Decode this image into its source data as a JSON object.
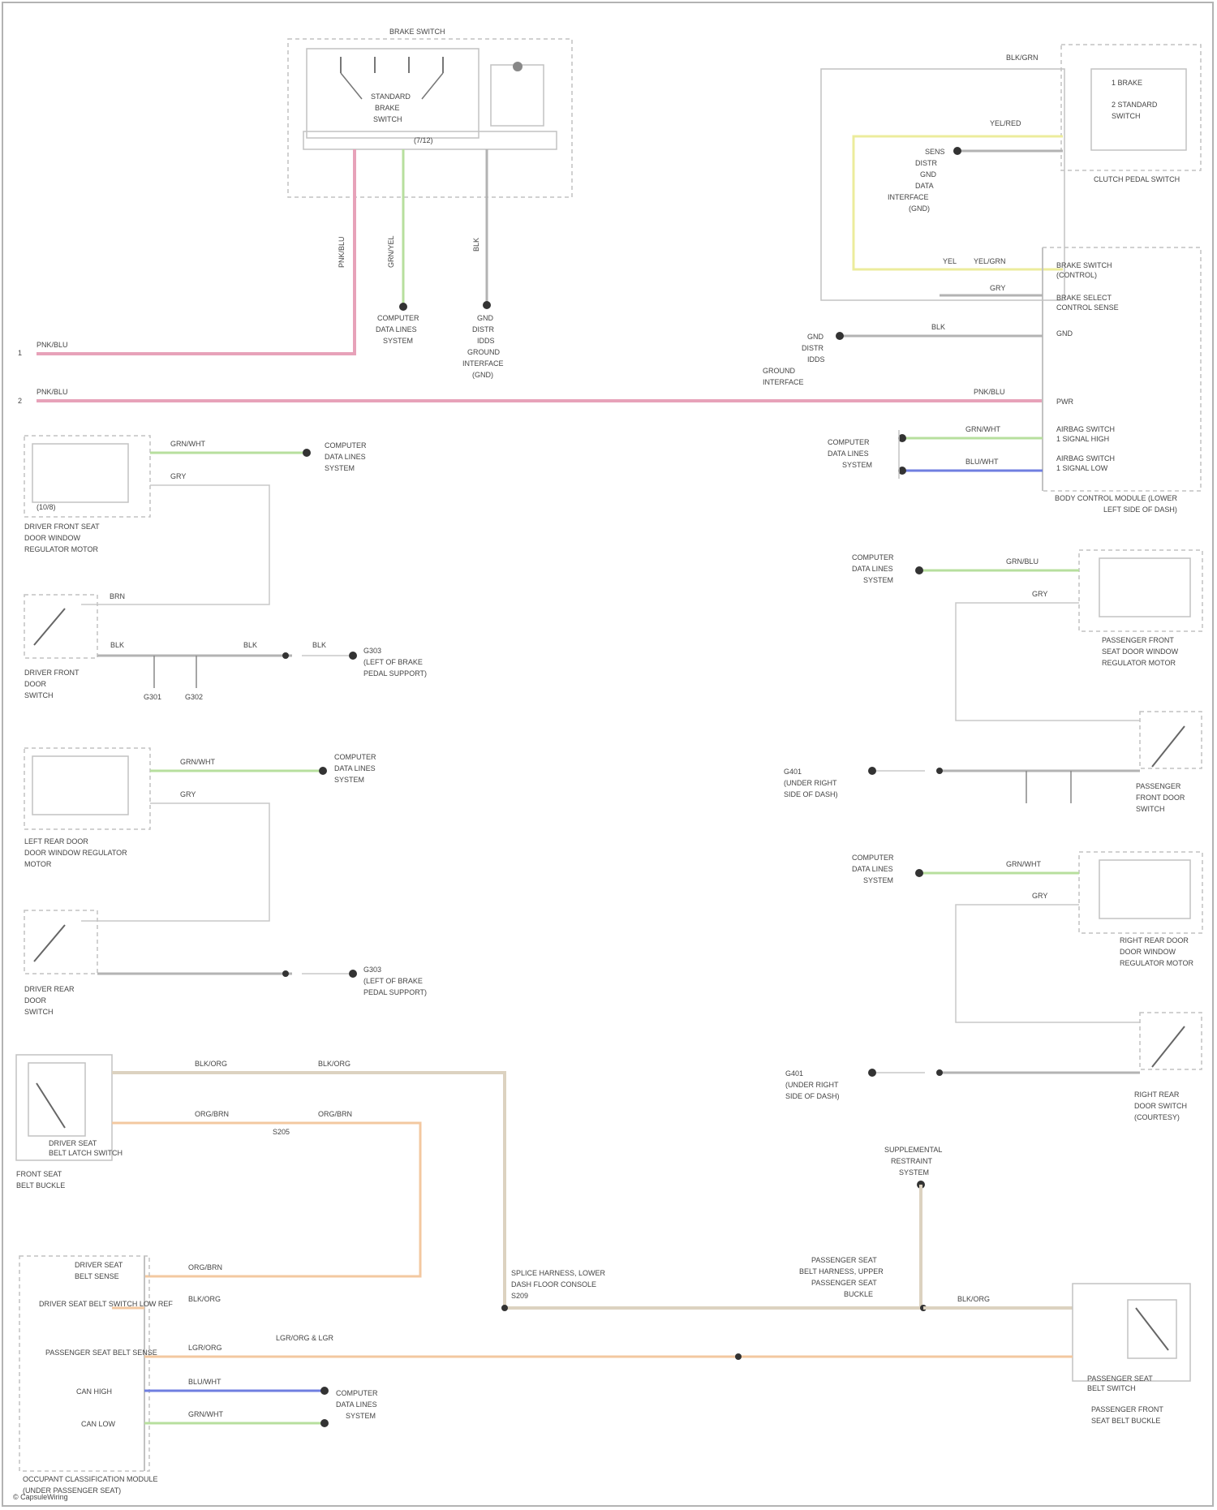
{
  "diagram": {
    "title": "BRAKE SWITCH",
    "brake_switch": {
      "inner": [
        "STANDARD",
        "BRAKE",
        "SWITCH"
      ],
      "bar": "(7/12)",
      "wire_left": "PNK/BLU",
      "wire_mid": "GRN/YEL",
      "wire_right": "BLK",
      "dest_mid": [
        "COMPUTER",
        "DATA LINES",
        "SYSTEM"
      ],
      "dest_right": [
        "GND",
        "DISTR",
        "IDDS",
        "GROUND",
        "INTERFACE",
        "(GND)"
      ]
    },
    "left_feeds": {
      "p1": "PNK/BLU",
      "p2": "PNK/BLU"
    },
    "clutch": {
      "pins": [
        "1",
        "2"
      ],
      "top_wire": "BLK/GRN",
      "top_wire_2": "YEL/RED",
      "lines": [
        "SENS",
        "DISTR",
        "GND",
        "DATA",
        "INTERFACE",
        "(GND)"
      ],
      "wire_y": "YEL",
      "wire_y2": "YEL/GRN",
      "title": "CLUTCH PEDAL SWITCH",
      "sub": [
        "1 BRAKE",
        "2 STANDARD",
        "SWITCH"
      ]
    },
    "right_module": {
      "pins": [
        [
          "BRAKE SWITCH",
          "(CONTROL)"
        ],
        [
          "BRAKE SELECT",
          "CONTROL SENSE"
        ],
        [
          "GND"
        ],
        [
          "PWR"
        ],
        [
          "AIRBAG SWITCH",
          "1 SIGNAL HIGH"
        ],
        [
          "AIRBAG SWITCH",
          "1 SIGNAL LOW"
        ]
      ],
      "wires": [
        "YEL",
        "GRY",
        "BLK",
        "PNK/BLU",
        "GRN/WHT",
        "BLU/WHT"
      ],
      "left_labels": [
        "GND",
        "DISTR",
        "IDDS",
        "GROUND",
        "INTERFACE"
      ],
      "cdl": [
        "COMPUTER",
        "DATA LINES",
        "SYSTEM"
      ],
      "title": [
        "BODY CONTROL MODULE (LOWER",
        "LEFT SIDE OF DASH)"
      ]
    },
    "dfd": {
      "w1": "GRN/WHT",
      "w2": "GRY",
      "box_label": "(10/8)",
      "title": [
        "DRIVER FRONT SEAT",
        "DOOR WINDOW",
        "REGULATOR MOTOR"
      ],
      "cdl": [
        "COMPUTER",
        "DATA LINES",
        "SYSTEM"
      ]
    },
    "dfd_switch": {
      "w": "BRN",
      "labels": [
        "BLK",
        "BLK",
        "BLK",
        "BLK",
        "BLK"
      ],
      "title": [
        "DRIVER FRONT",
        "DOOR",
        "SWITCH"
      ],
      "gnd": [
        "G301",
        "G302"
      ],
      "dest": [
        "G303",
        "(LEFT OF BRAKE",
        "PEDAL SUPPORT)"
      ]
    },
    "lrd": {
      "w1": "GRN/WHT",
      "w2": "GRY",
      "title": [
        "LEFT REAR DOOR",
        "DOOR WINDOW REGULATOR",
        "MOTOR"
      ],
      "cdl": [
        "COMPUTER",
        "DATA LINES",
        "SYSTEM"
      ]
    },
    "lrd_switch": {
      "title": [
        "DRIVER REAR",
        "DOOR",
        "SWITCH"
      ],
      "dest": [
        "G303",
        "(LEFT OF BRAKE",
        "PEDAL SUPPORT)"
      ]
    },
    "pfd": {
      "w1": "GRN/BLU",
      "w2": "GRY",
      "title": [
        "PASSENGER FRONT",
        "SEAT DOOR WINDOW",
        "REGULATOR MOTOR"
      ],
      "cdl": [
        "COMPUTER",
        "DATA LINES",
        "SYSTEM"
      ]
    },
    "pfd_switch": {
      "title": [
        "PASSENGER",
        "FRONT DOOR",
        "SWITCH"
      ],
      "dest": [
        "G401",
        "(UNDER RIGHT",
        "SIDE OF DASH)"
      ]
    },
    "rrd": {
      "w1": "GRN/WHT",
      "w2": "GRY",
      "title": [
        "RIGHT REAR DOOR",
        "DOOR WINDOW",
        "REGULATOR MOTOR"
      ],
      "cdl": [
        "COMPUTER",
        "DATA LINES",
        "SYSTEM"
      ]
    },
    "rrd_switch": {
      "title": [
        "RIGHT REAR",
        "DOOR SWITCH",
        "(COURTESY)"
      ],
      "dest": [
        "G401",
        "(UNDER RIGHT",
        "SIDE OF DASH)"
      ]
    },
    "seatbelt": {
      "driver_title": [
        "DRIVER SEAT",
        "BELT LATCH SWITCH"
      ],
      "driver_sub": [
        "FRONT SEAT",
        "BELT BUCKLE"
      ],
      "w1": "BLK/ORG",
      "w2": "ORG/BRN",
      "splice_top": "S205",
      "splice_label": [
        "SPLICE HARNESS, LOWER",
        "DASH FLOOR CONSOLE",
        "S209"
      ],
      "airbag_module": [
        "SUPPLEMENTAL",
        "RESTRAINT",
        "SYSTEM"
      ],
      "pass_splice": [
        "PASSENGER SEAT",
        "BELT HARNESS, UPPER",
        "PASSENGER SEAT",
        "BUCKLE"
      ],
      "pass_title": [
        "PASSENGER FRONT",
        "SEAT BELT BUCKLE"
      ],
      "pass_inner": [
        "PASSENGER SEAT",
        "BELT SWITCH"
      ]
    },
    "occupant_module": {
      "pins": [
        "DRIVER SEAT BELT SENSE",
        "DRIVER SEAT BELT SWITCH LOW REF",
        "PASSENGER SEAT BELT SENSE",
        "CAN HIGH",
        "CAN LOW"
      ],
      "wires": [
        "ORG/BRN",
        "BLK/ORG",
        "LGR/ORG",
        "BLU/WHT",
        "GRN/WHT"
      ],
      "title": [
        "OCCUPANT CLASSIFICATION MODULE",
        "(UNDER PASSENGER SEAT)"
      ],
      "cdl": [
        "COMPUTER",
        "DATA LINES",
        "SYSTEM"
      ],
      "mid": "LGR/ORG & LGR"
    },
    "footer": "© CapsuleWiring"
  }
}
